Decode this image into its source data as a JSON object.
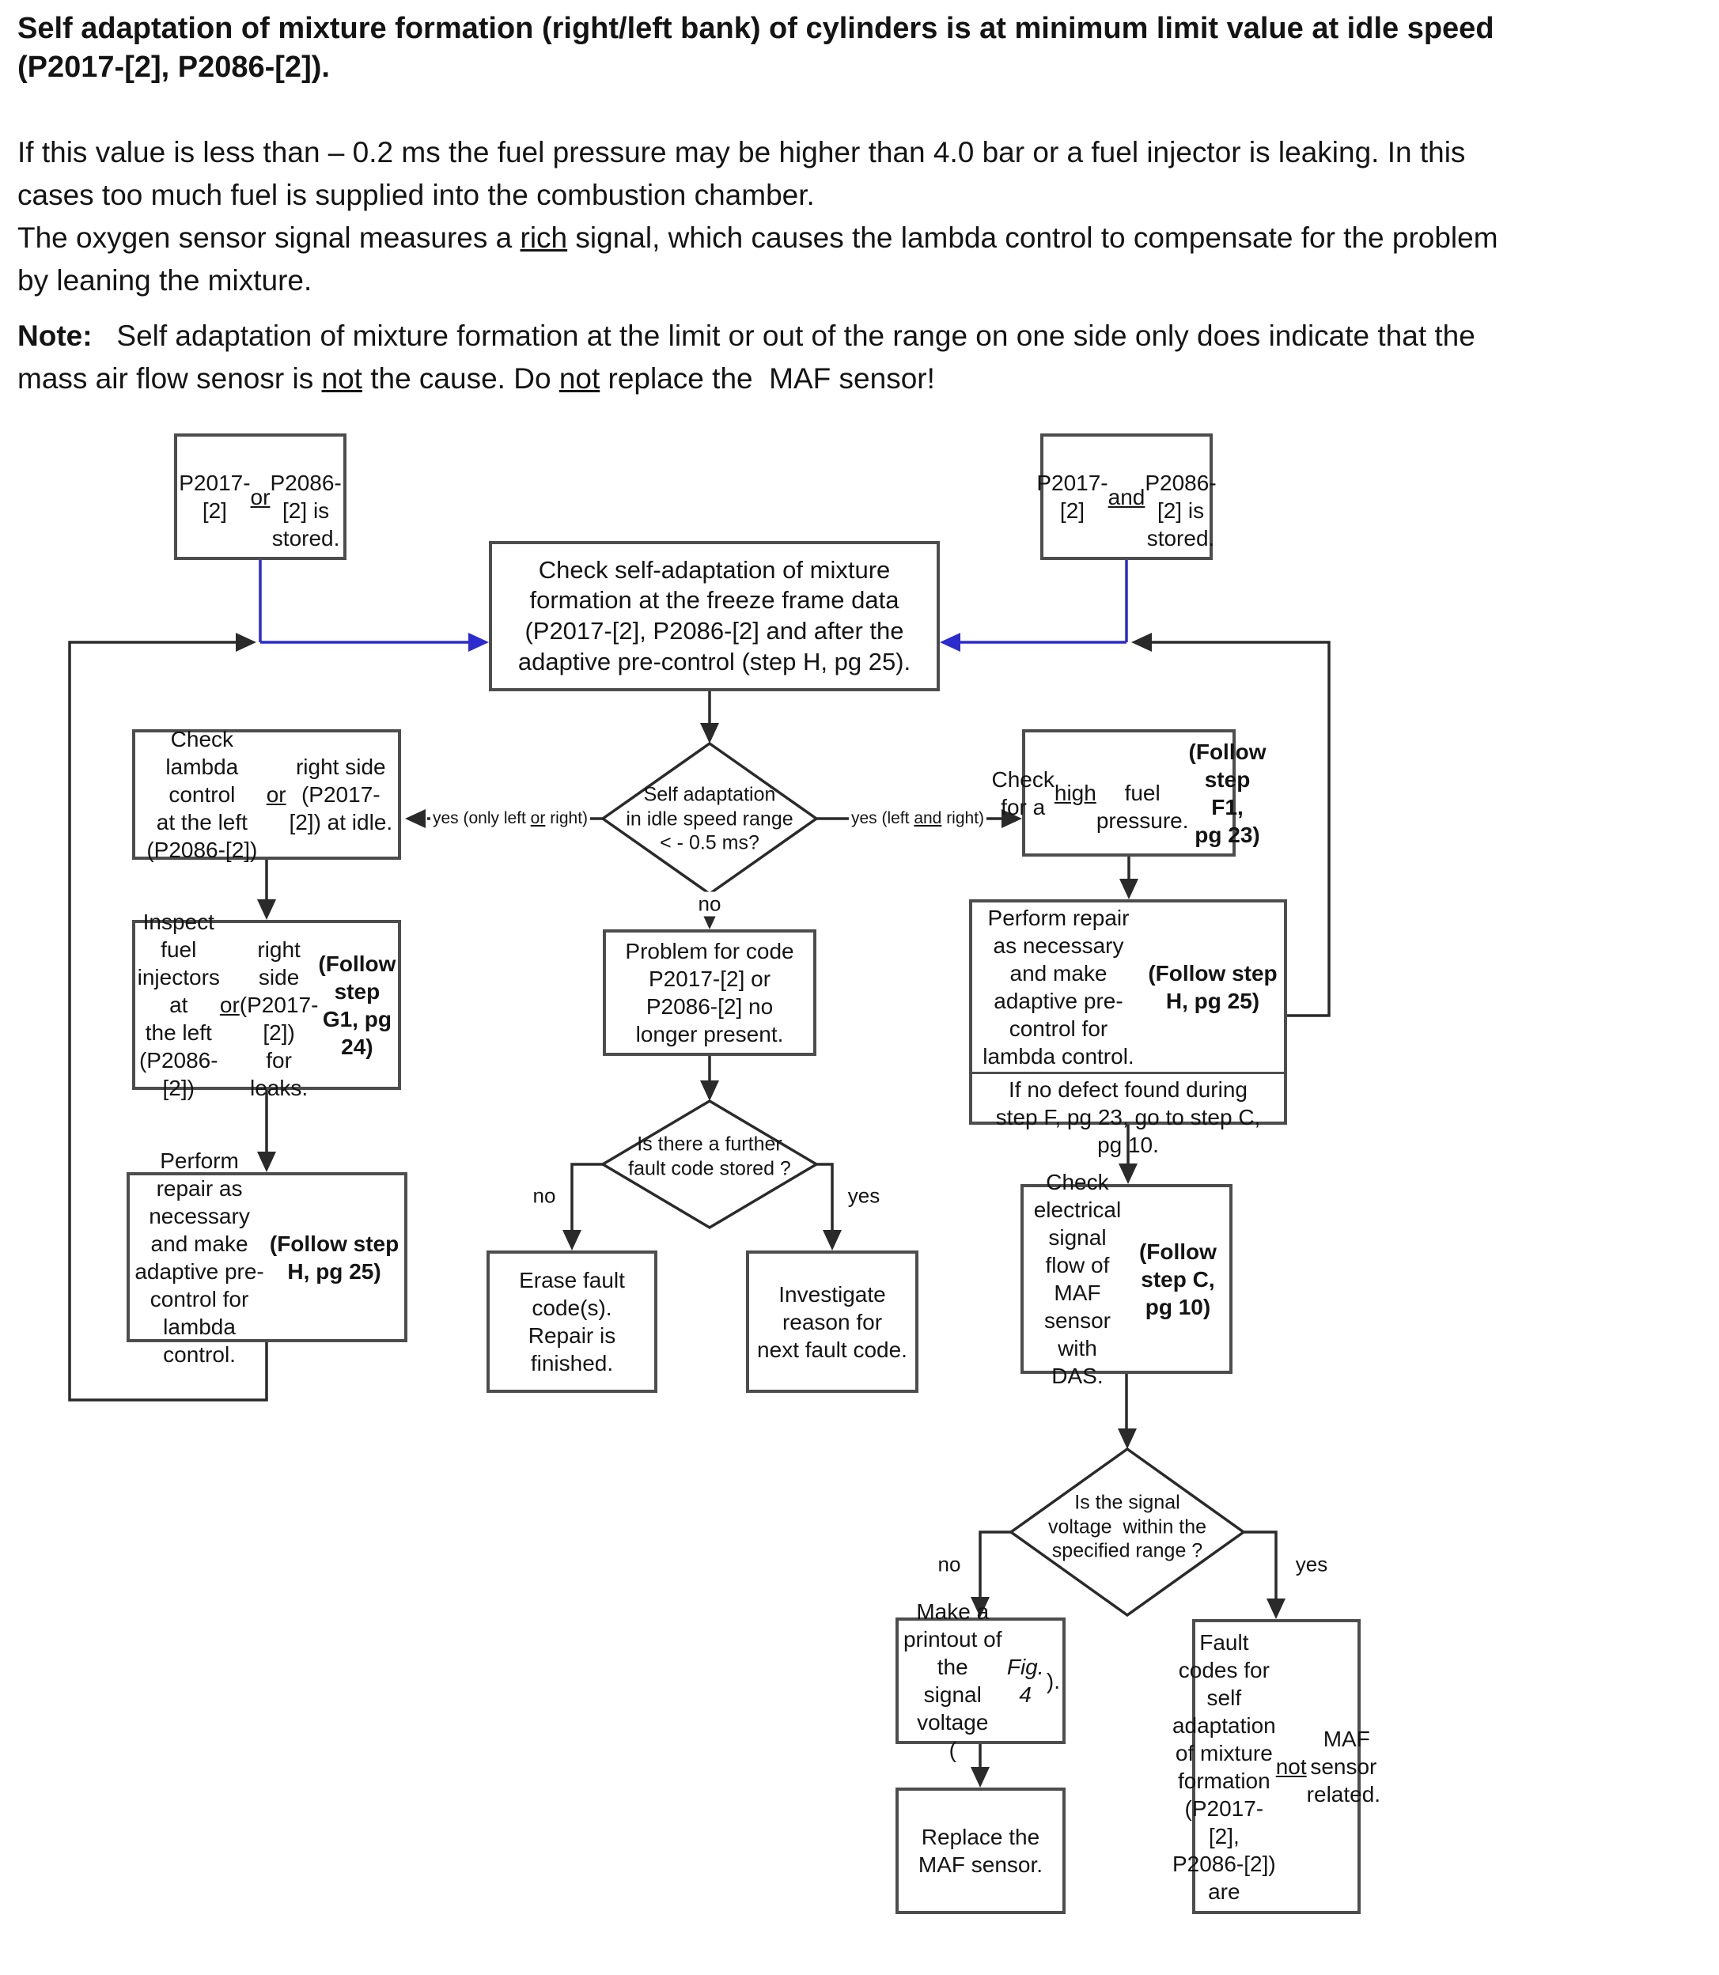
{
  "page": {
    "heading": "Self adaptation of mixture formation (right/left bank) of cylinders is at minimum limit value at idle speed\n(P2017-[2], P2086-[2]).",
    "paragraph": "If this value is less than – 0.2 ms the fuel pressure may be higher than 4.0 bar or a fuel injector is leaking. In this\ncases too much fuel is supplied into the combustion chamber.\nThe oxygen sensor signal measures a __rich__ signal, which causes the lambda control to compensate for the problem\nby leaning the mixture.",
    "note": "**Note:**   Self adaptation of mixture formation at the limit or out of the range on one side only does indicate that the\nmass air flow senosr is __not__ the cause. Do __not__ replace the  MAF sensor!"
  },
  "flow": {
    "stored_or": "P2017-[2] __or__\nP2086-[2] is\nstored.",
    "stored_and": "P2017-[2] __and__\nP2086-[2] is\nstored.",
    "check_adaptation": "Check self-adaptation of mixture\nformation at the freeze frame data\n(P2017-[2], P2086-[2] and after the\nadaptive pre-control (step H, pg 25).",
    "decision_idle": "Self adaptation\nin idle speed range\n< - 0.5 ms?",
    "label_yes_left": "yes (only left __or__ right)",
    "label_yes_right": "yes (left __and__ right)",
    "label_no_idle": "no",
    "check_lambda": "Check lambda control\nat the left (P2086-[2])\n__or__ right side\n(P2017-[2]) at idle.",
    "inspect_injectors": "Inspect fuel injectors at\nthe left (P2086-[2]) __or__\nright side (P2017-[2])\nfor leaks.\n**(Follow step G1, pg\n24)**",
    "perform_repair_left": "Perform repair as\nnecessary and make\nadaptive pre-control for\nlambda control.\n**(Follow step H, pg 25)**",
    "problem_code": "Problem for code\nP2017-[2] or\nP2086-[2] no\nlonger present.",
    "decision_further": "Is there a further\nfault code stored ?",
    "label_no_further": "no",
    "label_yes_further": "yes",
    "erase_fault": "Erase fault\ncode(s).\nRepair is\nfinished.",
    "investigate": "Investigate\nreason for\nnext fault code.",
    "check_high_fuel": "Check for a __high__\nfuel pressure.\n**(Follow step F1,\npg 23)**",
    "perform_repair_right": "Perform repair as necessary\nand make adaptive pre-\ncontrol for lambda control.\n**(Follow step H, pg 25)**",
    "no_defect": "If no defect found during\nstep F, pg 23, go to step C,\npg 10.",
    "check_electrical": "Check electrical\nsignal flow of\nMAF sensor with\nDAS.\n**(Follow step C,\npg 10)**",
    "decision_voltage": "Is the signal\nvoltage  within the\nspecified range ?",
    "label_no_voltage": "no",
    "label_yes_voltage": "yes",
    "printout": "Make a\nprintout of the\nsignal voltage\n(//Fig. 4//).",
    "replace_maf": "Replace the\nMAF sensor.",
    "fault_codes": "Fault codes for\nself adaptation\nof mixture\nformation\n(P2017-[2],\nP2086-[2]) are\n__not__  MAF\nsensor related."
  },
  "colors": {
    "arrow_blue": "#2b2bd0",
    "line_black": "#2a2a2a",
    "box_border": "#4d4d4d",
    "background": "#ffffff"
  }
}
